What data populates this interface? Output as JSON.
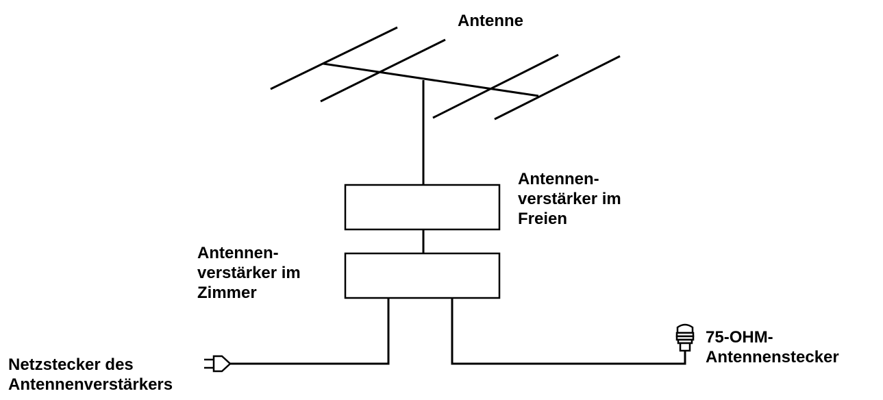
{
  "labels": {
    "antenna": "Antenne",
    "outdoor_amp": [
      "Antennen-",
      "verstärker im",
      "Freien"
    ],
    "indoor_amp": [
      "Antennen-",
      "verstärker im",
      "Zimmer"
    ],
    "power_plug": [
      "Netzstecker des",
      "Antennenverstärkers"
    ],
    "connector": [
      "75-OHM-",
      "Antennenstecker"
    ]
  },
  "colors": {
    "line": "#000000",
    "background": "#ffffff"
  },
  "icons": [
    "plug-icon",
    "coax-connector-icon"
  ]
}
